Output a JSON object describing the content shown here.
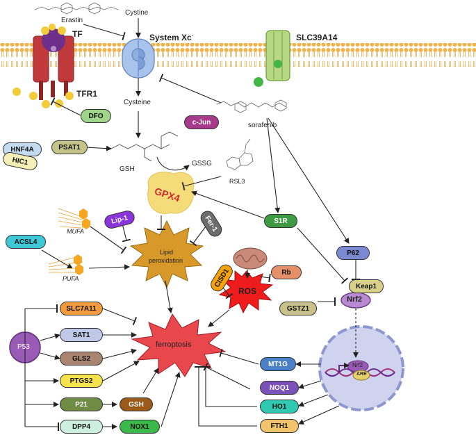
{
  "labels": {
    "erastin": "Erastin",
    "cystine": "Cystine",
    "system_xc": "System Xc",
    "system_xc_sup": "-",
    "slc39a14": "SLC39A14",
    "tf": "TF",
    "tfr1": "TFR1",
    "cysteine": "Cysteine",
    "gsh_main": "GSH",
    "gssg": "GSSG",
    "sorafenib": "sorafenib",
    "rsl3": "RSL3",
    "gpx4": "GPX4",
    "mufa": "MUFA",
    "pufa": "PUFA",
    "lipid_peroxidation_1": "Lipid",
    "lipid_peroxidation_2": "peroxidation",
    "ros": "ROS",
    "ferroptosis": "ferroptosis",
    "nrf2_big": "Nrf2",
    "nrf2_nucleus": "Nrf2",
    "are": "ARE",
    "p53": "P53"
  },
  "pills": {
    "dfo": "DFO",
    "c_jun": "c-Jun",
    "hnf4a": "HNF4A",
    "hic1": "HIC1",
    "psat1": "PSAT1",
    "lip1": "Lip-1",
    "fer1": "Fer-1",
    "acsl4": "ACSL4",
    "s1r": "S1R",
    "p62": "P62",
    "keap1": "Keap1",
    "gstz1": "GSTZ1",
    "cisd1": "CISD1",
    "rb": "Rb",
    "slc7a11": "SLC7A11",
    "sat1": "SAT1",
    "gls2": "GLS2",
    "ptgs2": "PTGS2",
    "p21": "P21",
    "gsh_small": "GSH",
    "dpp4": "DPP4",
    "nox1": "NOX1",
    "mt1g": "MT1G",
    "noq1": "NOQ1",
    "ho1": "HO1",
    "fth1": "FTH1"
  },
  "colors": {
    "membrane_head": "#f3b24a",
    "tfr1": "#c0393b",
    "iron": "#f2cc3a",
    "transporter": "#a9c4ec",
    "slc39a14": "#b6d884",
    "gpx4_blob": "#f5dc7a",
    "gpx4_text": "#d12a2a",
    "lipid_star": "#d79a2a",
    "ros_star": "#ee1c1c",
    "ferro_star": "#e8474c",
    "nucleus": "#cfd3ee",
    "p53": "#9a5bb6"
  }
}
